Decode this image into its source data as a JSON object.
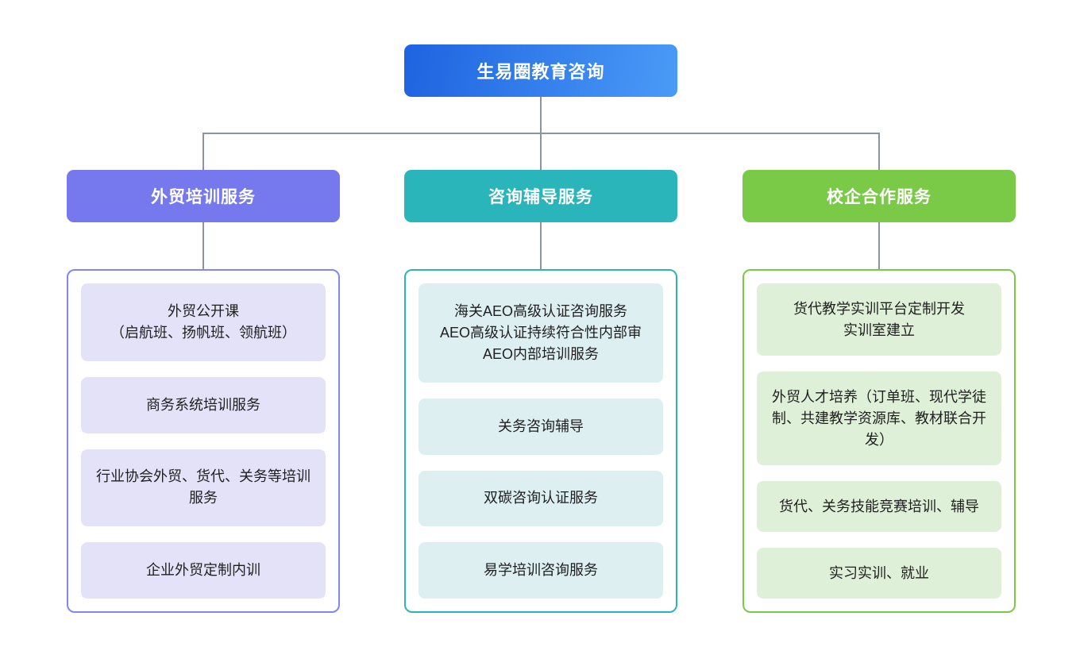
{
  "page": {
    "background": "#ffffff"
  },
  "connector_color": "#8d93a0",
  "root": {
    "label": "生易圈教育咨询",
    "gradient_start": "#1e63e0",
    "gradient_end": "#4a9bf7",
    "text_color": "#ffffff"
  },
  "branches": [
    {
      "label": "外贸培训服务",
      "header_color": "#7678ee",
      "border_color": "#8186f0",
      "item_bg": "#e4e2f8",
      "items": [
        "外贸公开课\n（启航班、扬帆班、领航班）",
        "商务系统培训服务",
        "行业协会外贸、货代、关务等培训服务",
        "企业外贸定制内训"
      ]
    },
    {
      "label": "咨询辅导服务",
      "header_color": "#2ab5ba",
      "border_color": "#2ab5ba",
      "item_bg": "#ddeff1",
      "items": [
        "海关AEO高级认证咨询服务\nAEO高级认证持续符合性内部审\nAEO内部培训服务",
        "关务咨询辅导",
        "双碳咨询认证服务",
        "易学培训咨询服务"
      ]
    },
    {
      "label": "校企合作服务",
      "header_color": "#7ac947",
      "border_color": "#7ac947",
      "item_bg": "#dff0d8",
      "items": [
        "货代教学实训平台定制开发\n实训室建立",
        "外贸人才培养（订单班、现代学徒制、共建教学资源库、教材联合开发）",
        "货代、关务技能竞赛培训、辅导",
        "实习实训、就业"
      ]
    }
  ]
}
